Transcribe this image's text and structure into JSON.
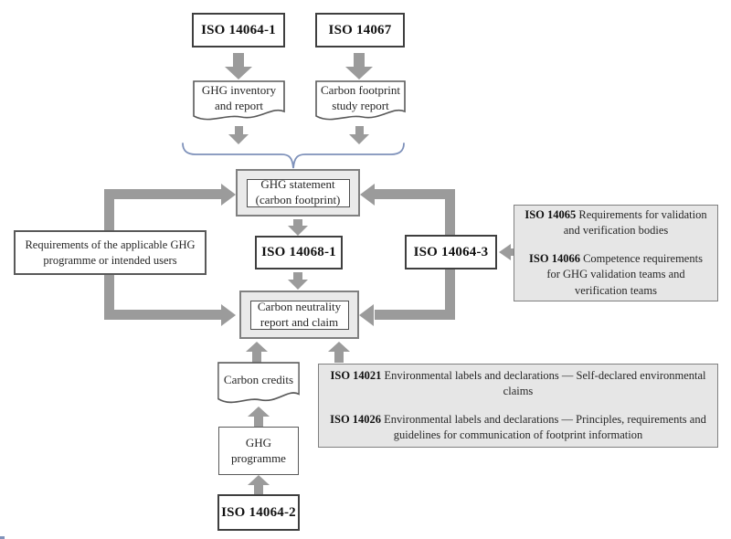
{
  "colors": {
    "arrow": "#9b9b9b",
    "brace": "#7e91ba",
    "note_fill": "#e6e6e6",
    "panel_fill": "#eaeaea",
    "border_dark": "#3f3f3f",
    "border_gray": "#595959"
  },
  "nodes": {
    "iso14064_1": {
      "label": "ISO 14064-1"
    },
    "iso14067": {
      "label": "ISO 14067"
    },
    "ghg_inventory": {
      "line1": "GHG inventory",
      "line2": "and report"
    },
    "cf_study": {
      "line1": "Carbon footprint",
      "line2": "study report"
    },
    "ghg_statement": {
      "line1": "GHG statement",
      "line2": "(carbon footprint)"
    },
    "iso14068_1": {
      "label": "ISO 14068-1"
    },
    "requirements": {
      "line1": "Requirements of the applicable GHG",
      "line2": "programme or intended users"
    },
    "iso14064_3": {
      "label": "ISO 14064-3"
    },
    "carbon_neutrality": {
      "line1": "Carbon neutrality",
      "line2": "report and claim"
    },
    "carbon_credits": {
      "label": "Carbon credits"
    },
    "ghg_programme": {
      "line1": "GHG",
      "line2": "programme"
    },
    "iso14064_2": {
      "label": "ISO 14064-2"
    }
  },
  "notes": {
    "verification_panel": {
      "items": [
        {
          "code": "ISO 14065",
          "text": "Requirements for validation and verification bodies"
        },
        {
          "code": "ISO 14066",
          "text": "Competence requirements for GHG validation teams and verification teams"
        }
      ]
    },
    "labels_panel": {
      "items": [
        {
          "code": "ISO 14021",
          "text": "Environmental labels and declarations — Self-declared environmental claims"
        },
        {
          "code": "ISO 14026",
          "text": "Environmental labels and declarations — Principles, requirements and guidelines for communication of footprint information"
        }
      ]
    }
  }
}
